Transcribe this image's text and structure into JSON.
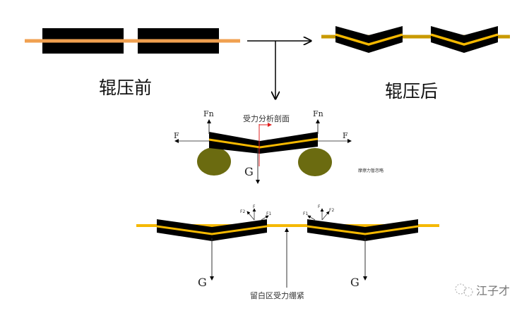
{
  "labels": {
    "before": "辊压前",
    "after": "辊压后",
    "section": "受力分析剖面",
    "fn_left": "Fn",
    "fn_right": "Fn",
    "f_left": "F",
    "f_right": "F",
    "g_mid": "G",
    "friction_note": "摩擦力暂忽略",
    "f1_left": "F1",
    "f2_left": "F2",
    "f_top_left": "F",
    "f1_right": "F1",
    "f2_right": "F2",
    "f_top_right": "F",
    "g_left": "G",
    "g_right": "G",
    "blank_zone": "留白区受力绷紧",
    "watermark": "江子才"
  },
  "colors": {
    "foil": "#f0a050",
    "coating": "#000000",
    "yellow": "#f5b800",
    "roller": "#6b6b10",
    "red": "#e02020"
  }
}
